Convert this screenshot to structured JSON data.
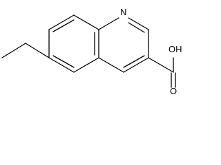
{
  "molecule": {
    "atoms": {
      "nitrogen": "N",
      "hydroxyl": "OH",
      "carbonyl_oxygen": "O"
    },
    "colors": {
      "bond": "#000000",
      "background": "#ffffff"
    }
  }
}
